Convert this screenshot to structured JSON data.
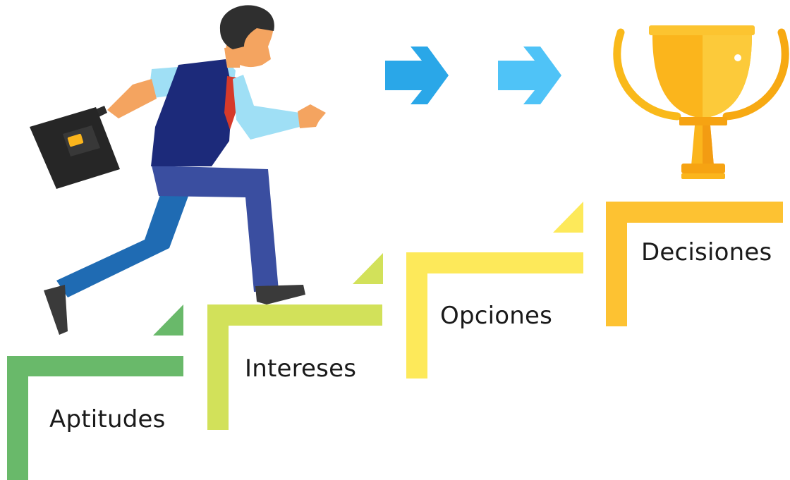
{
  "steps": [
    {
      "label": "Aptitudes",
      "color": "#69b96a"
    },
    {
      "label": "Intereses",
      "color": "#d2e15a"
    },
    {
      "label": "Opciones",
      "color": "#fde95a"
    },
    {
      "label": "Decisiones",
      "color": "#fdc232"
    }
  ],
  "arrows": [
    {
      "icon": "right-arrow-icon",
      "color": "#2aa7e8"
    },
    {
      "icon": "right-arrow-icon",
      "color": "#4fc3f7"
    }
  ],
  "trophy": {
    "icon": "trophy-icon",
    "color": "#f9b91a"
  },
  "figure": {
    "icon": "businessman-climbing-icon"
  }
}
